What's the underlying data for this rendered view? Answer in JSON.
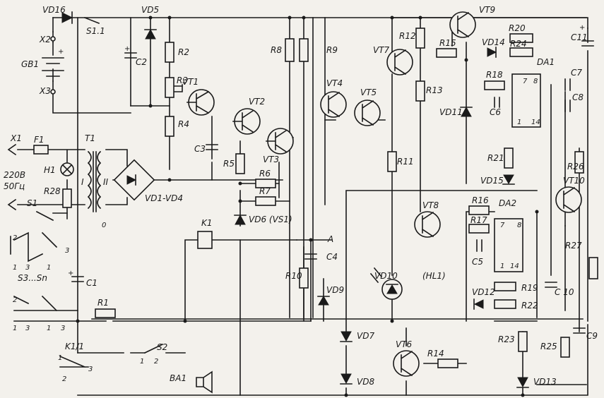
{
  "labels": {
    "VD16": "VD16",
    "S1_1": "S1.1",
    "VD5": "VD5",
    "C2": "C2",
    "R2": "R2",
    "R3": "R3",
    "R4": "R4",
    "VT1": "VT1",
    "VT2": "VT2",
    "VT3": "VT3",
    "C3": "C3",
    "R5": "R5",
    "R6": "R6",
    "R7": "R7",
    "VD6": "VD6 (VS1)",
    "R8": "R8",
    "R9": "R9",
    "VT4": "VT4",
    "VT5": "VT5",
    "VT7": "VT7",
    "R12": "R12",
    "R13": "R13",
    "R11": "R11",
    "VT9": "VT9",
    "R15": "R15",
    "R20": "R20",
    "VD14": "VD14",
    "R24": "R24",
    "R18": "R18",
    "DA1": "DA1",
    "C11": "C11",
    "C7": "C7",
    "C8": "C8",
    "C6": "C6",
    "VD11": "VD11",
    "R21": "R21",
    "VD15": "VD15",
    "R26": "R26",
    "VT10": "VT10",
    "X2": "X2",
    "GB1": "GB1",
    "X3": "X3",
    "X1": "X1",
    "F1": "F1",
    "T1": "T1",
    "H1": "H1",
    "R28": "R28",
    "S1": "S1",
    "mains_v": "220В",
    "mains_f": "50Гц",
    "VD1_VD4": "VD1-VD4",
    "winding_I": "I",
    "winding_II": "II",
    "K1": "K1",
    "A": "A",
    "C4": "C4",
    "R10": "R10",
    "VD9": "VD9",
    "VT8": "VT8",
    "R16": "R16",
    "R17": "R17",
    "DA2": "DA2",
    "C5": "C5",
    "R27": "R27",
    "VD10": "VD10",
    "HL1": "(HL1)",
    "VD12": "VD12",
    "R19": "R19",
    "R22": "R22",
    "C10": "C 10",
    "R23": "R23",
    "R25": "R25",
    "C9": "C9",
    "S3_Sn": "S3...Sn",
    "C1": "C1",
    "R1": "R1",
    "K1_1": "K1/1",
    "S2": "S2",
    "BA1": "BA1",
    "VD7": "VD7",
    "VD8": "VD8",
    "VT6": "VT6",
    "R14": "R14",
    "VD13": "VD13",
    "plus": "+"
  },
  "pins": {
    "p1": "1",
    "p2": "2",
    "p3": "3",
    "p7": "7",
    "p8": "8",
    "p14": "14",
    "p0": "0"
  }
}
